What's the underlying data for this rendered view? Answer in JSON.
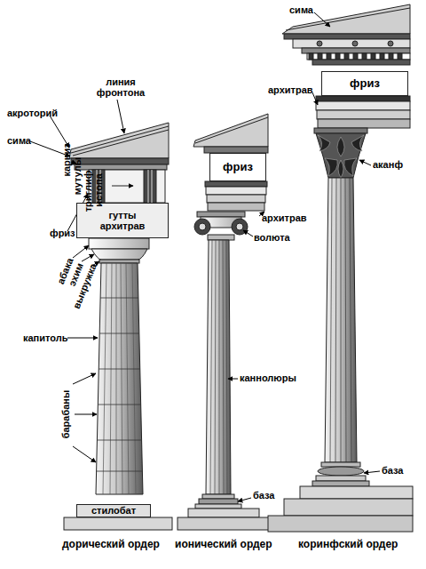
{
  "diagram": {
    "nodes": [
      {
        "text": [
          "фриз"
        ]
      },
      {
        "text": [
          "фриз"
        ]
      },
      {
        "text": [
          "стилобат"
        ]
      },
      {
        "text": [
          "гутты",
          "архитрав"
        ]
      }
    ],
    "labels": [
      "линия фронтона",
      "акроторий",
      "сима",
      "карниз",
      "мутулы",
      "триглиф",
      "истопа",
      "фриз",
      "абака",
      "эхим",
      "выкружка",
      "капитоль",
      "барабаны",
      "дорический ордер",
      "волюта",
      "архитрав",
      "каннолюры",
      "база",
      "ионический ордер",
      "сима",
      "архитрав",
      "аканф",
      "база",
      "коринфский ордер"
    ]
  }
}
